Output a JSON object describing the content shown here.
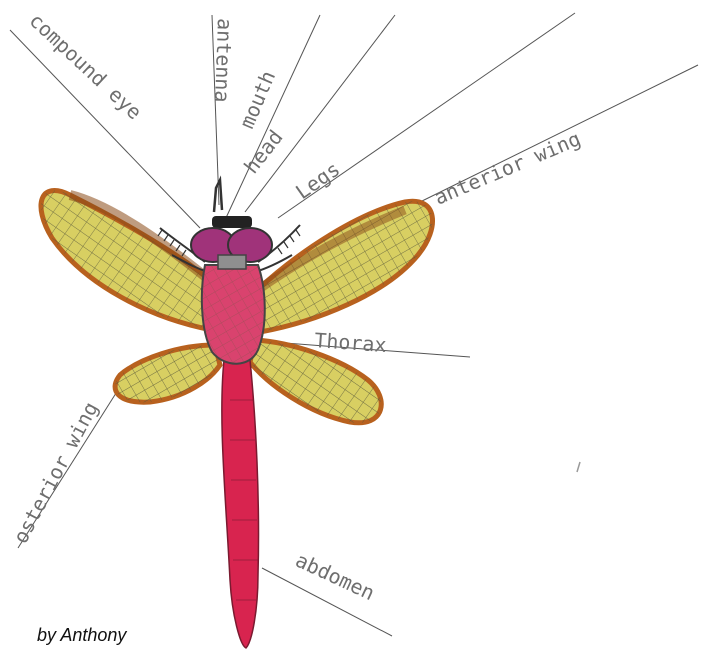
{
  "labels": {
    "compound_eye": "compound eye",
    "antenna": "antenna",
    "mouth": "mouth",
    "head": "head",
    "legs": "Legs",
    "anterior_wing": "anterior wing",
    "thorax": "Thorax",
    "posterior_wing": "osterior wing",
    "abdomen": "abdomen"
  },
  "credit": "by Anthony",
  "colors": {
    "label_ink": "#6e6e6e",
    "pointer_line": "#555555",
    "wing_fill": "#d8cf62",
    "wing_edge": "#b8611e",
    "wing_vein": "#5b5b3c",
    "eye": "#a0337a",
    "thorax": "#d9436e",
    "abdomen": "#d8244f",
    "leg": "#333333"
  }
}
